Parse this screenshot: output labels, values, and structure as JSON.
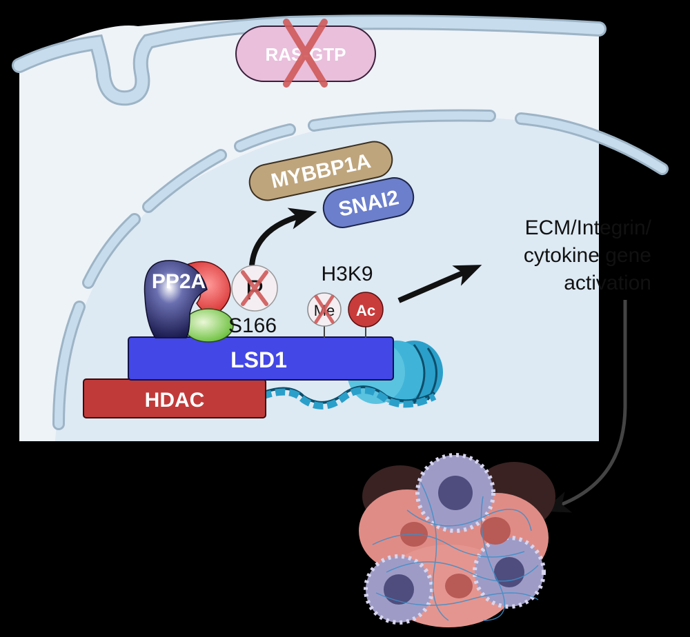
{
  "labels": {
    "ras_gtp": "RAS-GTP",
    "mybbp1a": "MYBBP1A",
    "snai2": "SNAI2",
    "pp2a": "PP2A",
    "phospho": "P",
    "s166": "S166",
    "h3k9": "H3K9",
    "me": "Me",
    "ac": "Ac",
    "lsd1": "LSD1",
    "hdac": "HDAC",
    "gene_activation_line1": "ECM/Integrin/",
    "gene_activation_line2": "cytokine gene",
    "gene_activation_line3": "activation"
  },
  "colors": {
    "background": "#000000",
    "cytoplasm": "#eef3f8",
    "membrane": "#c7dcec",
    "membrane_stroke": "#9db4c6",
    "nucleus": "#dde9f3",
    "ras": "#e9bfdc",
    "mybbp1a": "#bfa57c",
    "snai2": "#6c7fcc",
    "lsd1": "#4347e6",
    "hdac": "#c13a3a",
    "ac": "#c83c3c",
    "cross": "#d05a5a",
    "dna": "#2a9fc9"
  }
}
